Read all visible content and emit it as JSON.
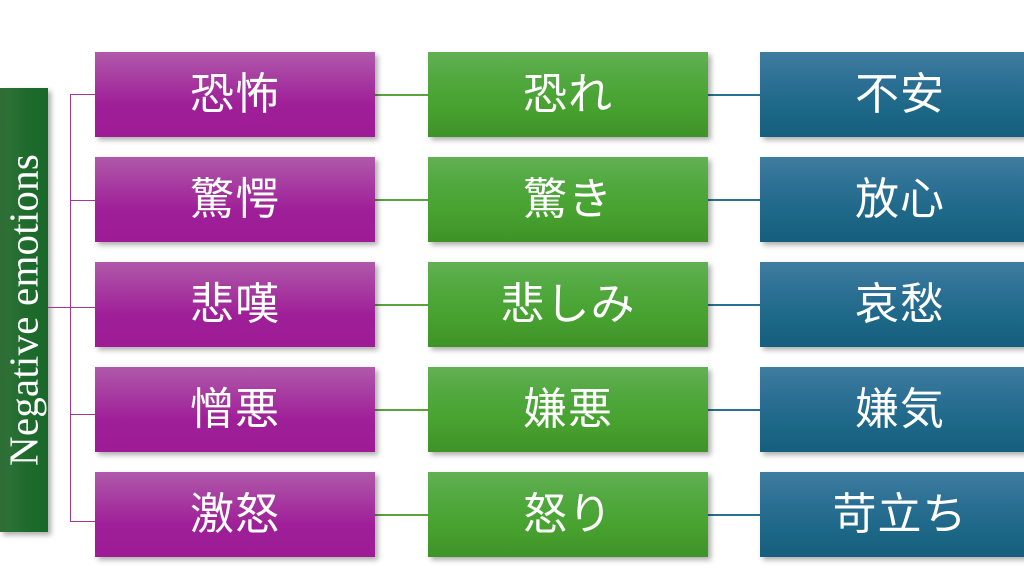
{
  "diagram": {
    "title": "Negative emotions",
    "root": {
      "label": "Negative emotions",
      "color": "#1e6b2c",
      "orientation": "vertical-rotated"
    },
    "columns": [
      {
        "name": "level-1-intense",
        "color": "#9f1f98"
      },
      {
        "name": "level-2-basic",
        "color": "#47a22f"
      },
      {
        "name": "level-3-mild",
        "color": "#1d6787"
      }
    ],
    "rows": [
      {
        "level1": "恐怖",
        "level2": "恐れ",
        "level3": "不安"
      },
      {
        "level1": "驚愕",
        "level2": "驚き",
        "level3": "放心"
      },
      {
        "level1": "悲嘆",
        "level2": "悲しみ",
        "level3": "哀愁"
      },
      {
        "level1": "憎悪",
        "level2": "嫌悪",
        "level3": "嫌気"
      },
      {
        "level1": "激怒",
        "level2": "怒り",
        "level3": "苛立ち"
      }
    ],
    "connectors": {
      "tree_color": "#a0379a",
      "link_green": "#5aa33e",
      "link_blue": "#2b6f94"
    }
  }
}
